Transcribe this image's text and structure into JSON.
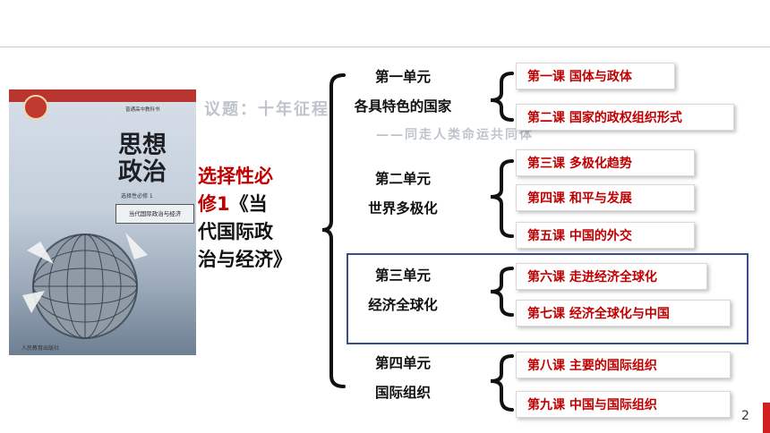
{
  "book": {
    "title_line1": "思想",
    "title_line2": "政治",
    "subtitle": "选择性必修 1",
    "band_text": "当代国际政治与经济",
    "series": "普通高中教科书",
    "publisher": "人民教育出版社"
  },
  "course": {
    "prefix": "选择性必",
    "line2_red": "修1",
    "line2_black": "《当",
    "line3": "代国际政",
    "line4": "治与经济》"
  },
  "ghost_text": {
    "line1": "议题：十年征程",
    "line2": "——同走人类命运共同体"
  },
  "units": [
    {
      "name": "第一单元",
      "title": "各具特色的国家"
    },
    {
      "name": "第二单元",
      "title": "世界多极化"
    },
    {
      "name": "第三单元",
      "title": "经济全球化"
    },
    {
      "name": "第四单元",
      "title": "国际组织"
    }
  ],
  "lessons": [
    "第一课  国体与政体",
    "第二课  国家的政权组织形式",
    "第三课  多极化趋势",
    "第四课  和平与发展",
    "第五课  中国的外交",
    "第六课  走进经济全球化",
    "第七课  经济全球化与中国",
    "第八课  主要的国际组织",
    "第九课  中国与国际组织"
  ],
  "page_number": "2",
  "colors": {
    "accent_red": "#c00000",
    "frame_blue": "#3b4e8c"
  }
}
